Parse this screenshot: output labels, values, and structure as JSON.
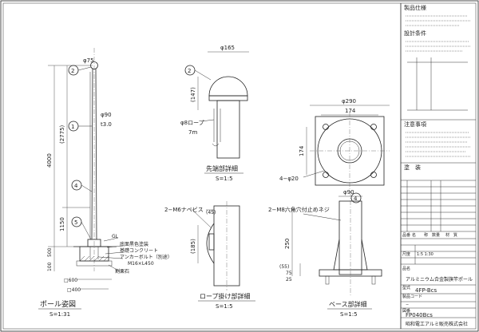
{
  "pole_view": {
    "title": "ポール姿図",
    "scale": "S=1:31",
    "dims": {
      "top_dia": "φ75",
      "mid_dia": "φ90",
      "taper": "t3.0",
      "total_height": "4000",
      "upper_length": "(2775)",
      "mid_length": "1150",
      "base_height": "500",
      "foot_height": "100"
    },
    "callouts": [
      "1",
      "2",
      "4",
      "5"
    ],
    "annotations": [
      "GL",
      "底面黒色塗装",
      "基礎コンクリート",
      "アンカーボルト（別途）",
      "M16×L450",
      "割栗石"
    ],
    "foundation_sizes": [
      "□600",
      "□400"
    ]
  },
  "top_detail": {
    "title": "先端部詳細",
    "scale": "S=1:5",
    "callout": "2",
    "dims": {
      "cap_dia": "φ165",
      "cap_height": "(147)",
      "rope": "φ8ロープ",
      "rope_length": "7m"
    }
  },
  "base_detail": {
    "title": "ベース部詳細",
    "scale": "S=1:5",
    "callout": "4",
    "dims": {
      "outer_dia": "φ290",
      "bolt_pitch_h": "174",
      "bolt_pitch_v": "174",
      "holes": "4−φ20",
      "pole_dia": "φ90",
      "height": "250",
      "bottom_a": "(55)",
      "bottom_b": "75",
      "bottom_c": "25"
    },
    "hole_note": "2−M8六角穴付止めネジ"
  },
  "rope_detail": {
    "title": "ロープ掛け部詳細",
    "scale": "S=1:5",
    "dims": {
      "nut": "2−M6ナベビス",
      "width": "(45)",
      "height": "(185)"
    }
  },
  "sidebar": {
    "product_spec_heading": "製品仕様",
    "design_heading": "設計条件",
    "notes_heading": "注意事項",
    "color_label": "塗　装",
    "table_header": [
      "品番",
      "名　　称",
      "数量",
      "材　質"
    ]
  },
  "title_block": {
    "name_label": "品名",
    "name_value": "アルミニウム合金製旗竿ポール",
    "model_label": "型式",
    "model_value": "4FP-Bcs",
    "code_label": "製品コード",
    "code_value": "−",
    "drawing_label": "図番",
    "drawing_value": "FP040Bcs",
    "company": "昭和電工アルミ販売株式会社",
    "scale_label": "尺度",
    "scale_value": "1:5 1:30"
  }
}
